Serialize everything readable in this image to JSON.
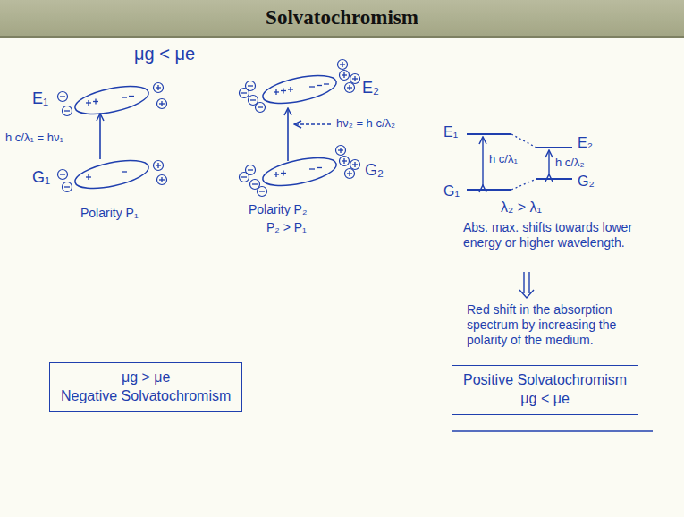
{
  "diagram": {
    "title": "Solvatochromism",
    "nodes": [
      {
        "text": [
          "Positive Solvatochromism",
          "μg < μe"
        ]
      },
      {
        "text": [
          "μg > μe",
          "Negative Solvatochromism"
        ]
      }
    ],
    "labels": [
      "μg < μe",
      "E₁",
      "h c/λ₁ = hν₁",
      "G₁",
      "Polarity P₁",
      "E₂",
      "hν₂ = h c/λ₂",
      "G₂",
      "Polarity P₂",
      "P₂ > P₁",
      "E₁",
      "h c/λ₁",
      "G₁",
      "E₂",
      "h c/λ₂",
      "G₂",
      "λ₂ > λ₁",
      "Abs. max. shifts towards lower energy or higher wavelength.",
      "Red shift in the absorption spectrum by increasing the polarity of the medium."
    ]
  }
}
